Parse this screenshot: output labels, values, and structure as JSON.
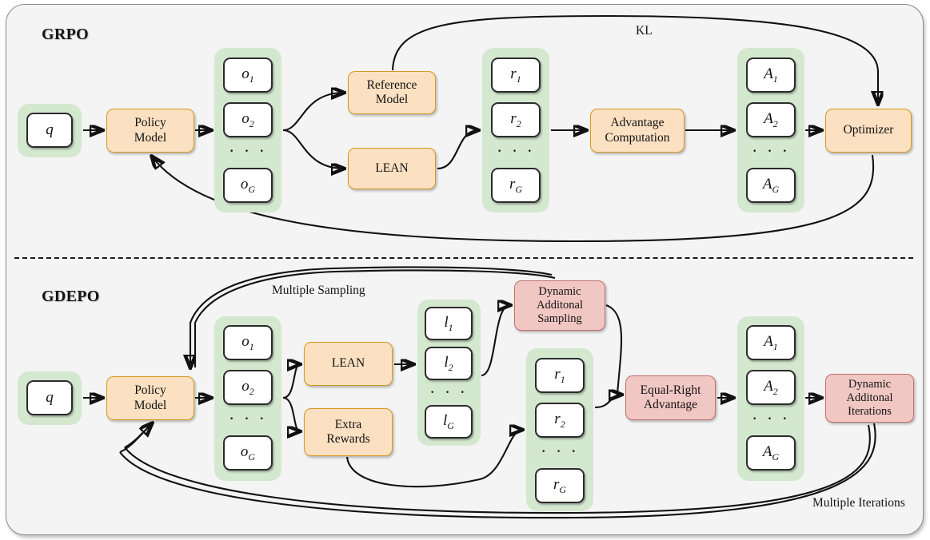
{
  "panel": {
    "background_color": "#f4f4f4",
    "border_color": "#8c8c8c"
  },
  "colors": {
    "group_green": "#d4e8d0",
    "process_orange_fill": "#fbe0c2",
    "process_orange_border": "#d79a20",
    "process_pink_fill": "#f1c7c4",
    "process_pink_border": "#c2706c",
    "cell_fill": "#ffffff",
    "cell_border": "#2b2b2b",
    "arrow": "#111111"
  },
  "sections": [
    {
      "id": "grpo",
      "title": "GRPO",
      "input": {
        "label": "q"
      },
      "policy_model": {
        "label": "Policy\nModel",
        "line1": "Policy",
        "line2": "Model"
      },
      "outputs_column": {
        "items": [
          "o",
          "o",
          "o"
        ],
        "labels": [
          "o1",
          "o2",
          "oG"
        ],
        "ellipsis": "· · ·"
      },
      "branch_boxes": [
        {
          "id": "reference-model",
          "line1": "Reference",
          "line2": "Model"
        },
        {
          "id": "lean",
          "line1": "LEAN",
          "line2": ""
        }
      ],
      "rewards_column": {
        "labels": [
          "r1",
          "r2",
          "rG"
        ],
        "ellipsis": "· · ·"
      },
      "advantage_computation": {
        "line1": "Advantage",
        "line2": "Computation"
      },
      "advantages_column": {
        "labels": [
          "A1",
          "A2",
          "AG"
        ],
        "ellipsis": "· · ·"
      },
      "optimizer": {
        "label": "Optimizer"
      },
      "loop_label": "KL"
    },
    {
      "id": "gdepo",
      "title": "GDEPO",
      "input": {
        "label": "q"
      },
      "policy_model": {
        "line1": "Policy",
        "line2": "Model"
      },
      "outputs_column": {
        "labels": [
          "o1",
          "o2",
          "oG"
        ],
        "ellipsis": "· · ·"
      },
      "branch_boxes": [
        {
          "id": "lean",
          "line1": "LEAN",
          "line2": ""
        },
        {
          "id": "extra-rewards",
          "line1": "Extra",
          "line2": "Rewards"
        }
      ],
      "lean_outputs_column": {
        "labels": [
          "l1",
          "l2",
          "lG"
        ],
        "ellipsis": "· · ·"
      },
      "dynamic_additional_sampling": {
        "line1": "Dynamic",
        "line2": "Additonal",
        "line3": "Sampling"
      },
      "rewards_column": {
        "labels": [
          "r1",
          "r2",
          "rG"
        ],
        "ellipsis": "· · ·"
      },
      "equal_right_advantage": {
        "line1": "Equal-Right",
        "line2": "Advantage"
      },
      "advantages_column": {
        "labels": [
          "A1",
          "A2",
          "AG"
        ],
        "ellipsis": "· · ·"
      },
      "dynamic_additional_iterations": {
        "line1": "Dynamic",
        "line2": "Additonal",
        "line3": "Iterations"
      },
      "sampling_label": "Multiple Sampling",
      "iterations_label": "Multiple Iterations"
    }
  ],
  "subscripts": {
    "one": "1",
    "two": "2",
    "G": "G"
  },
  "symbols": {
    "o": "o",
    "r": "r",
    "l": "l",
    "A": "A",
    "q": "q",
    "ellipsis": "· · ·"
  }
}
